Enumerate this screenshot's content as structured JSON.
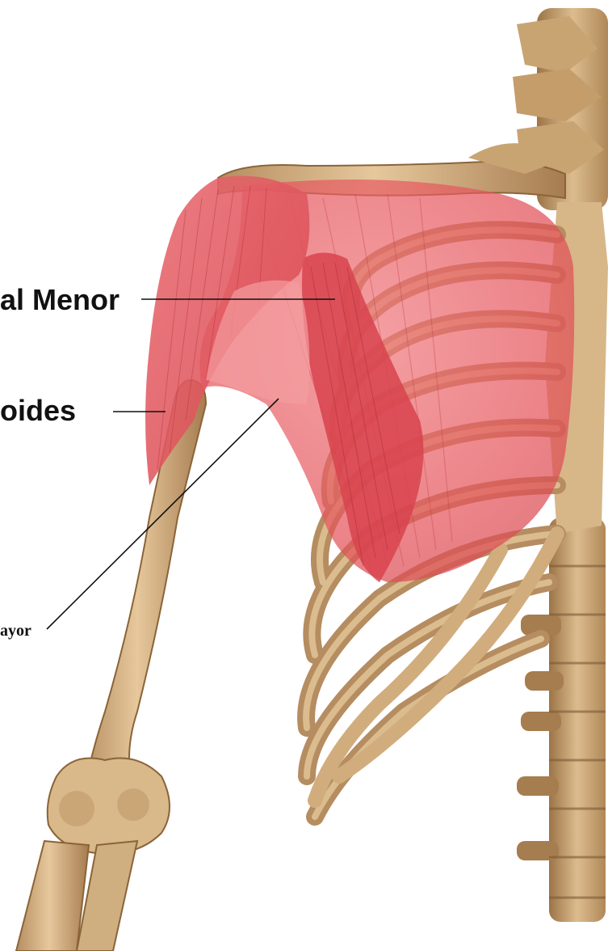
{
  "labels": {
    "pectoral_menor": "al Menor",
    "deltoides": "oides",
    "pectoral_mayor": "ayor"
  },
  "colors": {
    "bone": "#d9b88a",
    "bone_shadow": "#a9835a",
    "bone_dark": "#7c5a35",
    "muscle": "#e8595e",
    "muscle_light": "#f08a8d",
    "muscle_dark": "#c73b43",
    "leader_line": "#111111",
    "background": "#ffffff"
  }
}
